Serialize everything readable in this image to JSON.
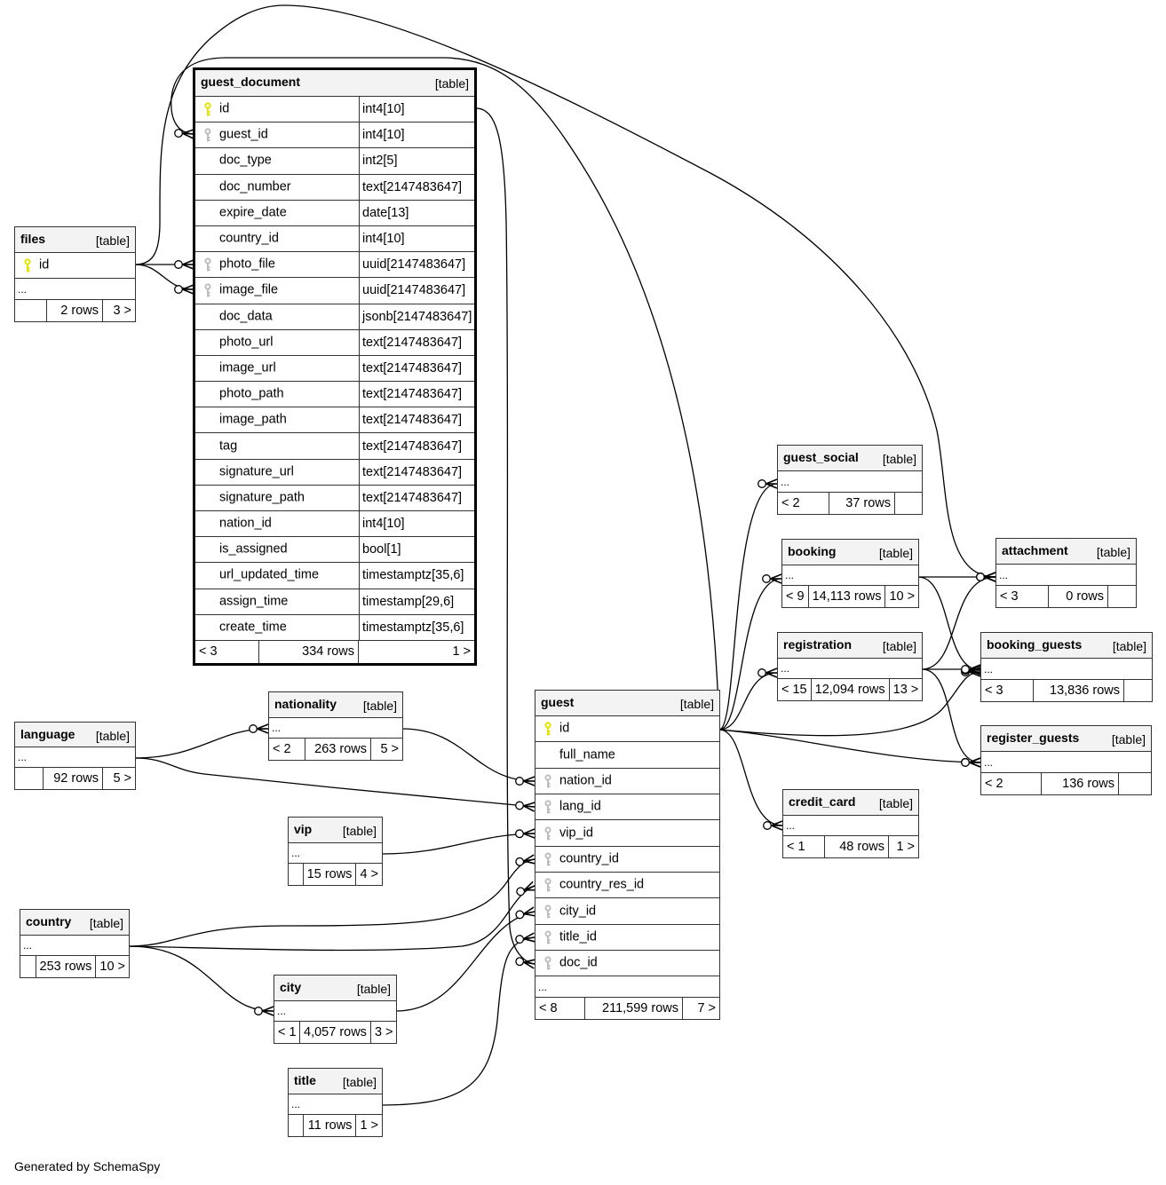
{
  "diagram": {
    "footer_text": "Generated by SchemaSpy"
  },
  "colors": {
    "primary_key": "#e3e300",
    "foreign_key": "#bdbdbd",
    "header_bg": "#f3f3f3",
    "border": "#333333",
    "line": "#000000"
  },
  "tables": [
    {
      "name": "guest_document",
      "type_label": "[table]",
      "columns": [
        {
          "name": "id",
          "type": "int4[10]",
          "key": "primary"
        },
        {
          "name": "guest_id",
          "type": "int4[10]",
          "key": "foreign"
        },
        {
          "name": "doc_type",
          "type": "int2[5]"
        },
        {
          "name": "doc_number",
          "type": "text[2147483647]"
        },
        {
          "name": "expire_date",
          "type": "date[13]"
        },
        {
          "name": "country_id",
          "type": "int4[10]"
        },
        {
          "name": "photo_file",
          "type": "uuid[2147483647]",
          "key": "foreign"
        },
        {
          "name": "image_file",
          "type": "uuid[2147483647]",
          "key": "foreign"
        },
        {
          "name": "doc_data",
          "type": "jsonb[2147483647]"
        },
        {
          "name": "photo_url",
          "type": "text[2147483647]"
        },
        {
          "name": "image_url",
          "type": "text[2147483647]"
        },
        {
          "name": "photo_path",
          "type": "text[2147483647]"
        },
        {
          "name": "image_path",
          "type": "text[2147483647]"
        },
        {
          "name": "tag",
          "type": "text[2147483647]"
        },
        {
          "name": "signature_url",
          "type": "text[2147483647]"
        },
        {
          "name": "signature_path",
          "type": "text[2147483647]"
        },
        {
          "name": "nation_id",
          "type": "int4[10]"
        },
        {
          "name": "is_assigned",
          "type": "bool[1]"
        },
        {
          "name": "url_updated_time",
          "type": "timestamptz[35,6]"
        },
        {
          "name": "assign_time",
          "type": "timestamp[29,6]"
        },
        {
          "name": "create_time",
          "type": "timestamptz[35,6]"
        }
      ],
      "footer": {
        "parents": "< 3",
        "rows": "334 rows",
        "children": "1 >"
      }
    },
    {
      "name": "files",
      "type_label": "[table]",
      "columns": [
        {
          "name": "id",
          "key": "primary"
        }
      ],
      "more": "...",
      "footer": {
        "parents": "",
        "rows": "2 rows",
        "children": "3 >"
      }
    },
    {
      "name": "nationality",
      "type_label": "[table]",
      "columns": [],
      "more": "...",
      "footer": {
        "parents": "< 2",
        "rows": "263 rows",
        "children": "5 >"
      }
    },
    {
      "name": "language",
      "type_label": "[table]",
      "columns": [],
      "more": "...",
      "footer": {
        "parents": "",
        "rows": "92 rows",
        "children": "5 >"
      }
    },
    {
      "name": "vip",
      "type_label": "[table]",
      "columns": [],
      "more": "...",
      "footer": {
        "parents": "",
        "rows": "15 rows",
        "children": "4 >"
      }
    },
    {
      "name": "country",
      "type_label": "[table]",
      "columns": [],
      "more": "...",
      "footer": {
        "parents": "",
        "rows": "253 rows",
        "children": "10 >"
      }
    },
    {
      "name": "city",
      "type_label": "[table]",
      "columns": [],
      "more": "...",
      "footer": {
        "parents": "< 1",
        "rows": "4,057 rows",
        "children": "3 >"
      }
    },
    {
      "name": "title",
      "type_label": "[table]",
      "columns": [],
      "more": "...",
      "footer": {
        "parents": "",
        "rows": "11 rows",
        "children": "1 >"
      }
    },
    {
      "name": "guest",
      "type_label": "[table]",
      "columns": [
        {
          "name": "id",
          "key": "primary"
        },
        {
          "name": "full_name"
        },
        {
          "name": "nation_id",
          "key": "foreign"
        },
        {
          "name": "lang_id",
          "key": "foreign"
        },
        {
          "name": "vip_id",
          "key": "foreign"
        },
        {
          "name": "country_id",
          "key": "foreign"
        },
        {
          "name": "country_res_id",
          "key": "foreign"
        },
        {
          "name": "city_id",
          "key": "foreign"
        },
        {
          "name": "title_id",
          "key": "foreign"
        },
        {
          "name": "doc_id",
          "key": "foreign"
        }
      ],
      "more": "...",
      "footer": {
        "parents": "< 8",
        "rows": "211,599 rows",
        "children": "7 >"
      }
    },
    {
      "name": "guest_social",
      "type_label": "[table]",
      "columns": [],
      "more": "...",
      "footer": {
        "parents": "< 2",
        "rows": "37 rows",
        "children": ""
      }
    },
    {
      "name": "booking",
      "type_label": "[table]",
      "columns": [],
      "more": "...",
      "footer": {
        "parents": "< 9",
        "rows": "14,113 rows",
        "children": "10 >"
      }
    },
    {
      "name": "registration",
      "type_label": "[table]",
      "columns": [],
      "more": "...",
      "footer": {
        "parents": "< 15",
        "rows": "12,094 rows",
        "children": "13 >"
      }
    },
    {
      "name": "credit_card",
      "type_label": "[table]",
      "columns": [],
      "more": "...",
      "footer": {
        "parents": "< 1",
        "rows": "48 rows",
        "children": "1 >"
      }
    },
    {
      "name": "attachment",
      "type_label": "[table]",
      "columns": [],
      "more": "...",
      "footer": {
        "parents": "< 3",
        "rows": "0 rows",
        "children": ""
      }
    },
    {
      "name": "booking_guests",
      "type_label": "[table]",
      "columns": [],
      "more": "...",
      "footer": {
        "parents": "< 3",
        "rows": "13,836 rows",
        "children": ""
      }
    },
    {
      "name": "register_guests",
      "type_label": "[table]",
      "columns": [],
      "more": "...",
      "footer": {
        "parents": "< 2",
        "rows": "136 rows",
        "children": ""
      }
    }
  ],
  "relationships": [
    {
      "parent": "files",
      "parent_column": "id",
      "child": "guest_document",
      "child_column": "photo_file"
    },
    {
      "parent": "files",
      "parent_column": "id",
      "child": "guest_document",
      "child_column": "image_file"
    },
    {
      "parent": "files",
      "parent_column": "id",
      "child": "attachment"
    },
    {
      "parent": "guest",
      "parent_column": "id",
      "child": "guest_document",
      "child_column": "guest_id"
    },
    {
      "parent": "guest_document",
      "parent_column": "id",
      "child": "guest",
      "child_column": "doc_id"
    },
    {
      "parent": "guest",
      "parent_column": "id",
      "child": "guest_social"
    },
    {
      "parent": "guest",
      "parent_column": "id",
      "child": "booking"
    },
    {
      "parent": "guest",
      "parent_column": "id",
      "child": "registration"
    },
    {
      "parent": "guest",
      "parent_column": "id",
      "child": "credit_card"
    },
    {
      "parent": "guest",
      "parent_column": "id",
      "child": "booking_guests"
    },
    {
      "parent": "guest",
      "parent_column": "id",
      "child": "register_guests"
    },
    {
      "parent": "booking",
      "child": "attachment"
    },
    {
      "parent": "booking",
      "child": "booking_guests"
    },
    {
      "parent": "registration",
      "child": "attachment"
    },
    {
      "parent": "registration",
      "child": "booking_guests"
    },
    {
      "parent": "registration",
      "child": "register_guests"
    },
    {
      "parent": "nationality",
      "child": "guest",
      "child_column": "nation_id"
    },
    {
      "parent": "language",
      "child": "nationality"
    },
    {
      "parent": "language",
      "child": "guest",
      "child_column": "lang_id"
    },
    {
      "parent": "vip",
      "child": "guest",
      "child_column": "vip_id"
    },
    {
      "parent": "country",
      "child": "guest",
      "child_column": "country_id"
    },
    {
      "parent": "country",
      "child": "guest",
      "child_column": "country_res_id"
    },
    {
      "parent": "country",
      "child": "city"
    },
    {
      "parent": "city",
      "child": "guest",
      "child_column": "city_id"
    },
    {
      "parent": "title",
      "child": "guest",
      "child_column": "title_id"
    }
  ]
}
